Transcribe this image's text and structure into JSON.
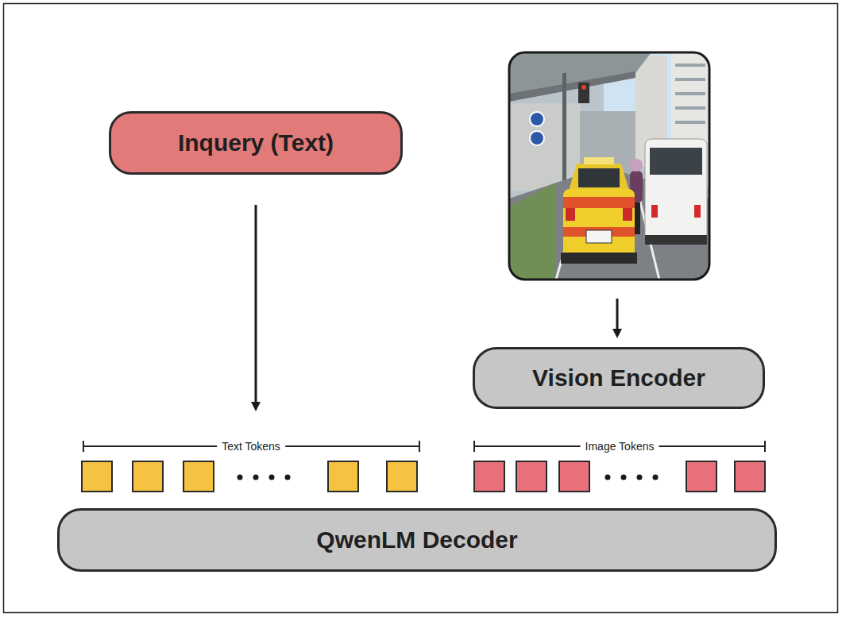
{
  "diagram": {
    "nodes": [
      {
        "text": [
          "Inquery (Text)"
        ]
      },
      {
        "text": [
          "Vision Encoder"
        ]
      },
      {
        "text": [
          "QwenLM Decoder"
        ]
      }
    ],
    "labels": [
      "Text Tokens",
      "Image Tokens"
    ]
  }
}
